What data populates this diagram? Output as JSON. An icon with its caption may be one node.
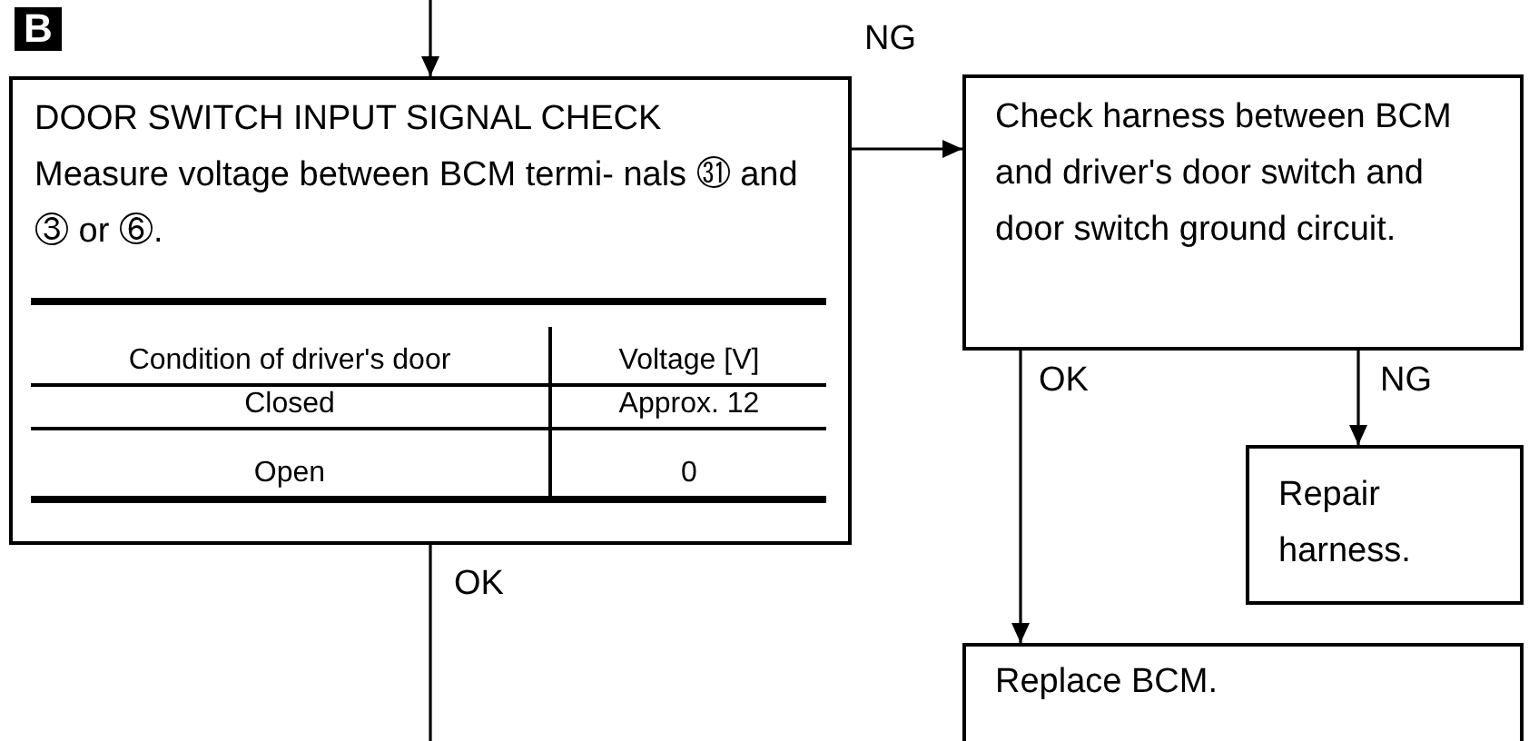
{
  "diagram": {
    "nodes": [
      {
        "text": [
          "B"
        ]
      },
      {
        "text": [
          "DOOR SWITCH INPUT SIGNAL CHECK",
          "Measure voltage between BCM termi- nals ㉛ and ③ or ⑥."
        ]
      },
      {
        "text": [
          "Check harness between BCM and driver's door switch and door switch ground circuit."
        ]
      },
      {
        "text": [
          "Repair harness."
        ]
      },
      {
        "text": [
          "Replace BCM."
        ]
      }
    ],
    "edges": [
      {
        "from": null,
        "to": 1,
        "arrow": "to"
      },
      {
        "from": 1,
        "to": 2,
        "arrow": "to",
        "label": "NG"
      },
      {
        "from": 2,
        "to": 4,
        "arrow": "to",
        "label": "OK"
      },
      {
        "from": 2,
        "to": 3,
        "arrow": "to",
        "label": "NG"
      },
      {
        "from": 1,
        "to": null,
        "arrow": "none",
        "label": "OK"
      }
    ],
    "labels": [
      "Condition of driver's door",
      "Voltage [V]",
      "Closed",
      "Approx. 12",
      "Open",
      "0"
    ]
  }
}
